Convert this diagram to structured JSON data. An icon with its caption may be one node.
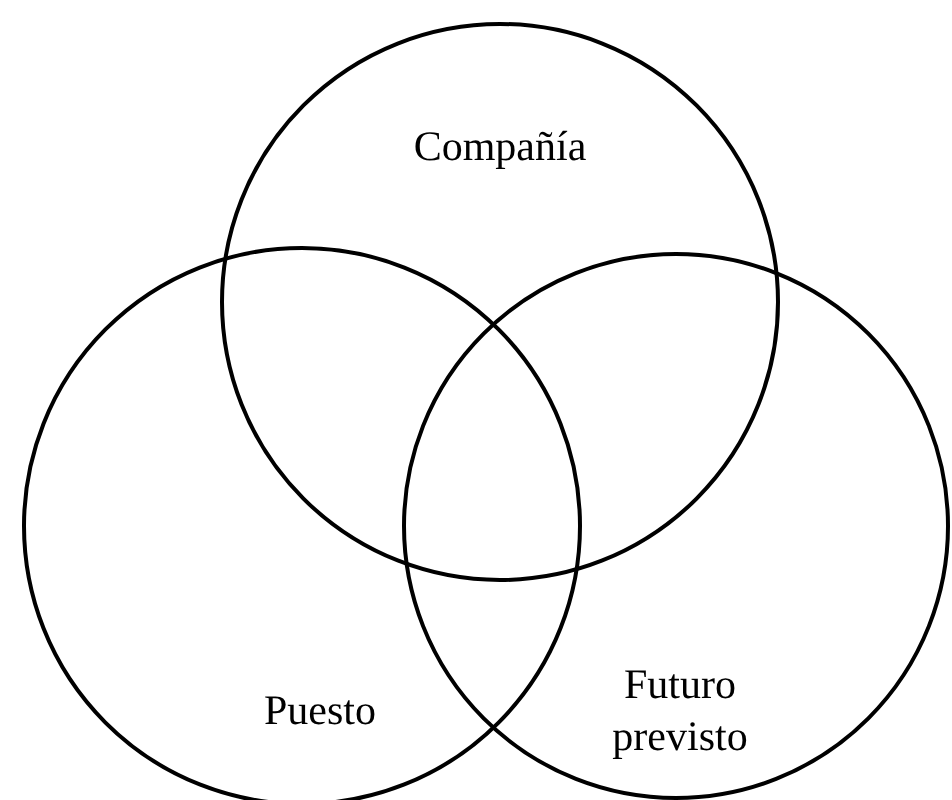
{
  "diagram": {
    "nodes": [
      {
        "text": [
          "Compañía"
        ]
      },
      {
        "text": [
          "Puesto"
        ]
      },
      {
        "text": [
          "Futuro previsto"
        ]
      }
    ]
  }
}
